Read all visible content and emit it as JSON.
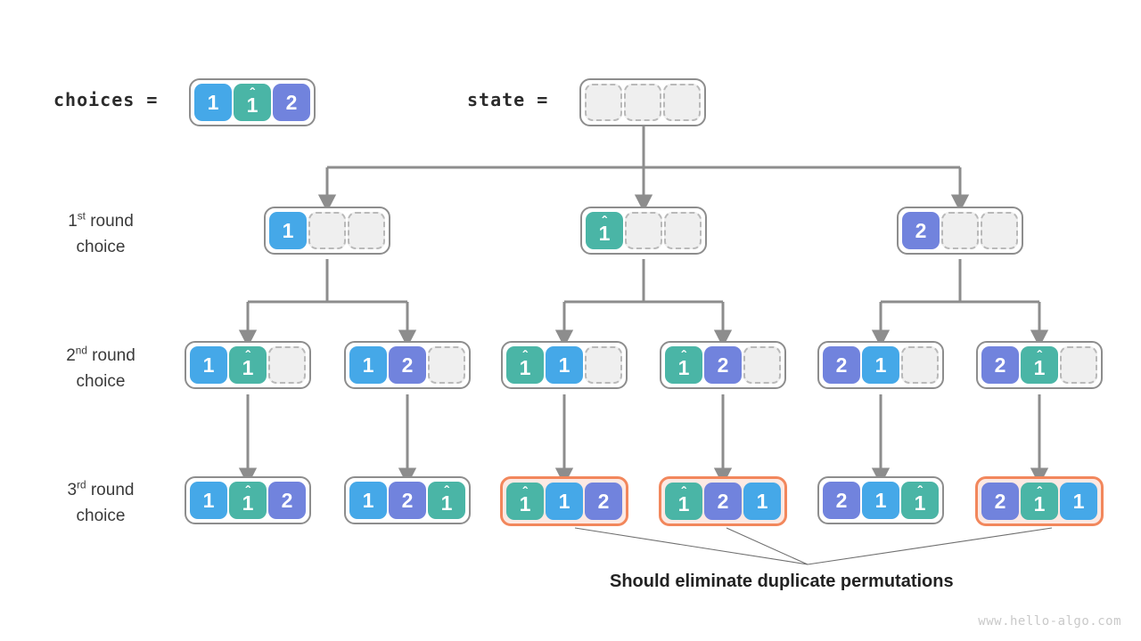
{
  "meta": {
    "title": "Permutations backtracking tree with duplicate elements",
    "watermark": "www.hello-algo.com"
  },
  "colors": {
    "blue": "#45a8e8",
    "green": "#4ab5a6",
    "purple": "#7183dd",
    "empty_fill": "#efefef",
    "empty_border": "#b9b9b9",
    "node_border": "#8d8d8d",
    "duplicate_border": "#f2875c",
    "duplicate_fill": "#fce9e3",
    "wire": "#8d8d8d",
    "text": "#2b2b2b",
    "watermark": "#c9c9c9"
  },
  "header": {
    "choices_label": "choices =",
    "state_label": "state =",
    "choices": [
      {
        "value": "1",
        "color": "blue",
        "hat": false
      },
      {
        "value": "1",
        "color": "green",
        "hat": true
      },
      {
        "value": "2",
        "color": "purple",
        "hat": false
      }
    ],
    "state": [
      {
        "value": "",
        "color": "empty",
        "hat": false
      },
      {
        "value": "",
        "color": "empty",
        "hat": false
      },
      {
        "value": "",
        "color": "empty",
        "hat": false
      }
    ]
  },
  "rows": [
    {
      "id": "round-1",
      "label_ordinal": "1",
      "label_suffix": "st",
      "label_rest": " round",
      "label_line2": "choice",
      "nodes": [
        {
          "id": "r1n1",
          "duplicate": false,
          "cells": [
            {
              "value": "1",
              "color": "blue",
              "hat": false
            },
            {
              "value": "",
              "color": "empty",
              "hat": false
            },
            {
              "value": "",
              "color": "empty",
              "hat": false
            }
          ]
        },
        {
          "id": "r1n2",
          "duplicate": false,
          "cells": [
            {
              "value": "1",
              "color": "green",
              "hat": true
            },
            {
              "value": "",
              "color": "empty",
              "hat": false
            },
            {
              "value": "",
              "color": "empty",
              "hat": false
            }
          ]
        },
        {
          "id": "r1n3",
          "duplicate": false,
          "cells": [
            {
              "value": "2",
              "color": "purple",
              "hat": false
            },
            {
              "value": "",
              "color": "empty",
              "hat": false
            },
            {
              "value": "",
              "color": "empty",
              "hat": false
            }
          ]
        }
      ]
    },
    {
      "id": "round-2",
      "label_ordinal": "2",
      "label_suffix": "nd",
      "label_rest": " round",
      "label_line2": "choice",
      "nodes": [
        {
          "id": "r2n1",
          "duplicate": false,
          "cells": [
            {
              "value": "1",
              "color": "blue",
              "hat": false
            },
            {
              "value": "1",
              "color": "green",
              "hat": true
            },
            {
              "value": "",
              "color": "empty",
              "hat": false
            }
          ]
        },
        {
          "id": "r2n2",
          "duplicate": false,
          "cells": [
            {
              "value": "1",
              "color": "blue",
              "hat": false
            },
            {
              "value": "2",
              "color": "purple",
              "hat": false
            },
            {
              "value": "",
              "color": "empty",
              "hat": false
            }
          ]
        },
        {
          "id": "r2n3",
          "duplicate": false,
          "cells": [
            {
              "value": "1",
              "color": "green",
              "hat": true
            },
            {
              "value": "1",
              "color": "blue",
              "hat": false
            },
            {
              "value": "",
              "color": "empty",
              "hat": false
            }
          ]
        },
        {
          "id": "r2n4",
          "duplicate": false,
          "cells": [
            {
              "value": "1",
              "color": "green",
              "hat": true
            },
            {
              "value": "2",
              "color": "purple",
              "hat": false
            },
            {
              "value": "",
              "color": "empty",
              "hat": false
            }
          ]
        },
        {
          "id": "r2n5",
          "duplicate": false,
          "cells": [
            {
              "value": "2",
              "color": "purple",
              "hat": false
            },
            {
              "value": "1",
              "color": "blue",
              "hat": false
            },
            {
              "value": "",
              "color": "empty",
              "hat": false
            }
          ]
        },
        {
          "id": "r2n6",
          "duplicate": false,
          "cells": [
            {
              "value": "2",
              "color": "purple",
              "hat": false
            },
            {
              "value": "1",
              "color": "green",
              "hat": true
            },
            {
              "value": "",
              "color": "empty",
              "hat": false
            }
          ]
        }
      ]
    },
    {
      "id": "round-3",
      "label_ordinal": "3",
      "label_suffix": "rd",
      "label_rest": " round",
      "label_line2": "choice",
      "nodes": [
        {
          "id": "r3n1",
          "duplicate": false,
          "cells": [
            {
              "value": "1",
              "color": "blue",
              "hat": false
            },
            {
              "value": "1",
              "color": "green",
              "hat": true
            },
            {
              "value": "2",
              "color": "purple",
              "hat": false
            }
          ]
        },
        {
          "id": "r3n2",
          "duplicate": false,
          "cells": [
            {
              "value": "1",
              "color": "blue",
              "hat": false
            },
            {
              "value": "2",
              "color": "purple",
              "hat": false
            },
            {
              "value": "1",
              "color": "green",
              "hat": true
            }
          ]
        },
        {
          "id": "r3n3",
          "duplicate": true,
          "cells": [
            {
              "value": "1",
              "color": "green",
              "hat": true
            },
            {
              "value": "1",
              "color": "blue",
              "hat": false
            },
            {
              "value": "2",
              "color": "purple",
              "hat": false
            }
          ]
        },
        {
          "id": "r3n4",
          "duplicate": true,
          "cells": [
            {
              "value": "1",
              "color": "green",
              "hat": true
            },
            {
              "value": "2",
              "color": "purple",
              "hat": false
            },
            {
              "value": "1",
              "color": "blue",
              "hat": false
            }
          ]
        },
        {
          "id": "r3n5",
          "duplicate": false,
          "cells": [
            {
              "value": "2",
              "color": "purple",
              "hat": false
            },
            {
              "value": "1",
              "color": "blue",
              "hat": false
            },
            {
              "value": "1",
              "color": "green",
              "hat": true
            }
          ]
        },
        {
          "id": "r3n6",
          "duplicate": true,
          "cells": [
            {
              "value": "2",
              "color": "purple",
              "hat": false
            },
            {
              "value": "1",
              "color": "green",
              "hat": true
            },
            {
              "value": "1",
              "color": "blue",
              "hat": false
            }
          ]
        }
      ]
    }
  ],
  "annotation": {
    "caption": "Should eliminate duplicate permutations"
  }
}
